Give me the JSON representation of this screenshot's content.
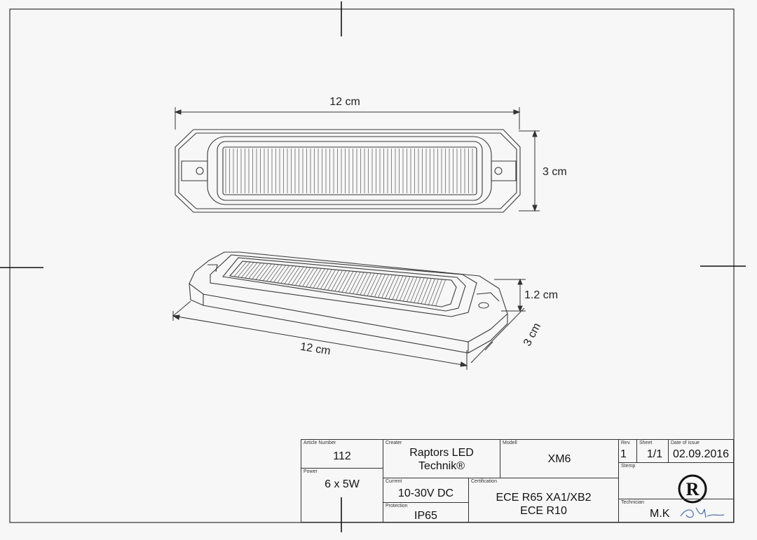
{
  "dimensions": {
    "top_length": "12 cm",
    "top_width": "3 cm",
    "iso_height": "1.2 cm",
    "iso_length": "12 cm",
    "iso_width": "3 cm"
  },
  "title_block": {
    "article_number": {
      "label": "Article Number",
      "value": "112"
    },
    "creater": {
      "label": "Creater",
      "line1": "Raptors LED",
      "line2": "Technik®"
    },
    "modell": {
      "label": "Modell",
      "value": "XM6"
    },
    "rev": {
      "label": "Rev.",
      "value": "1"
    },
    "sheet": {
      "label": "Sheet",
      "value": "1/1"
    },
    "date_of_issue": {
      "label": "Date of issue",
      "value": "02.09.2016"
    },
    "power": {
      "label": "Power",
      "value": "6 x 5W"
    },
    "current": {
      "label": "Current",
      "value": "10-30V DC"
    },
    "certification": {
      "label": "Certification",
      "line1": "ECE R65 XA1/XB2",
      "line2": "ECE R10"
    },
    "protection": {
      "label": "Protection",
      "value": "IP65"
    },
    "stemp": {
      "label": "Stemp",
      "logo_text": "R"
    },
    "technician": {
      "label": "Technician",
      "value": "M.K"
    }
  },
  "colors": {
    "line": "#2a2a2a",
    "paper": "#f7f7f7"
  }
}
